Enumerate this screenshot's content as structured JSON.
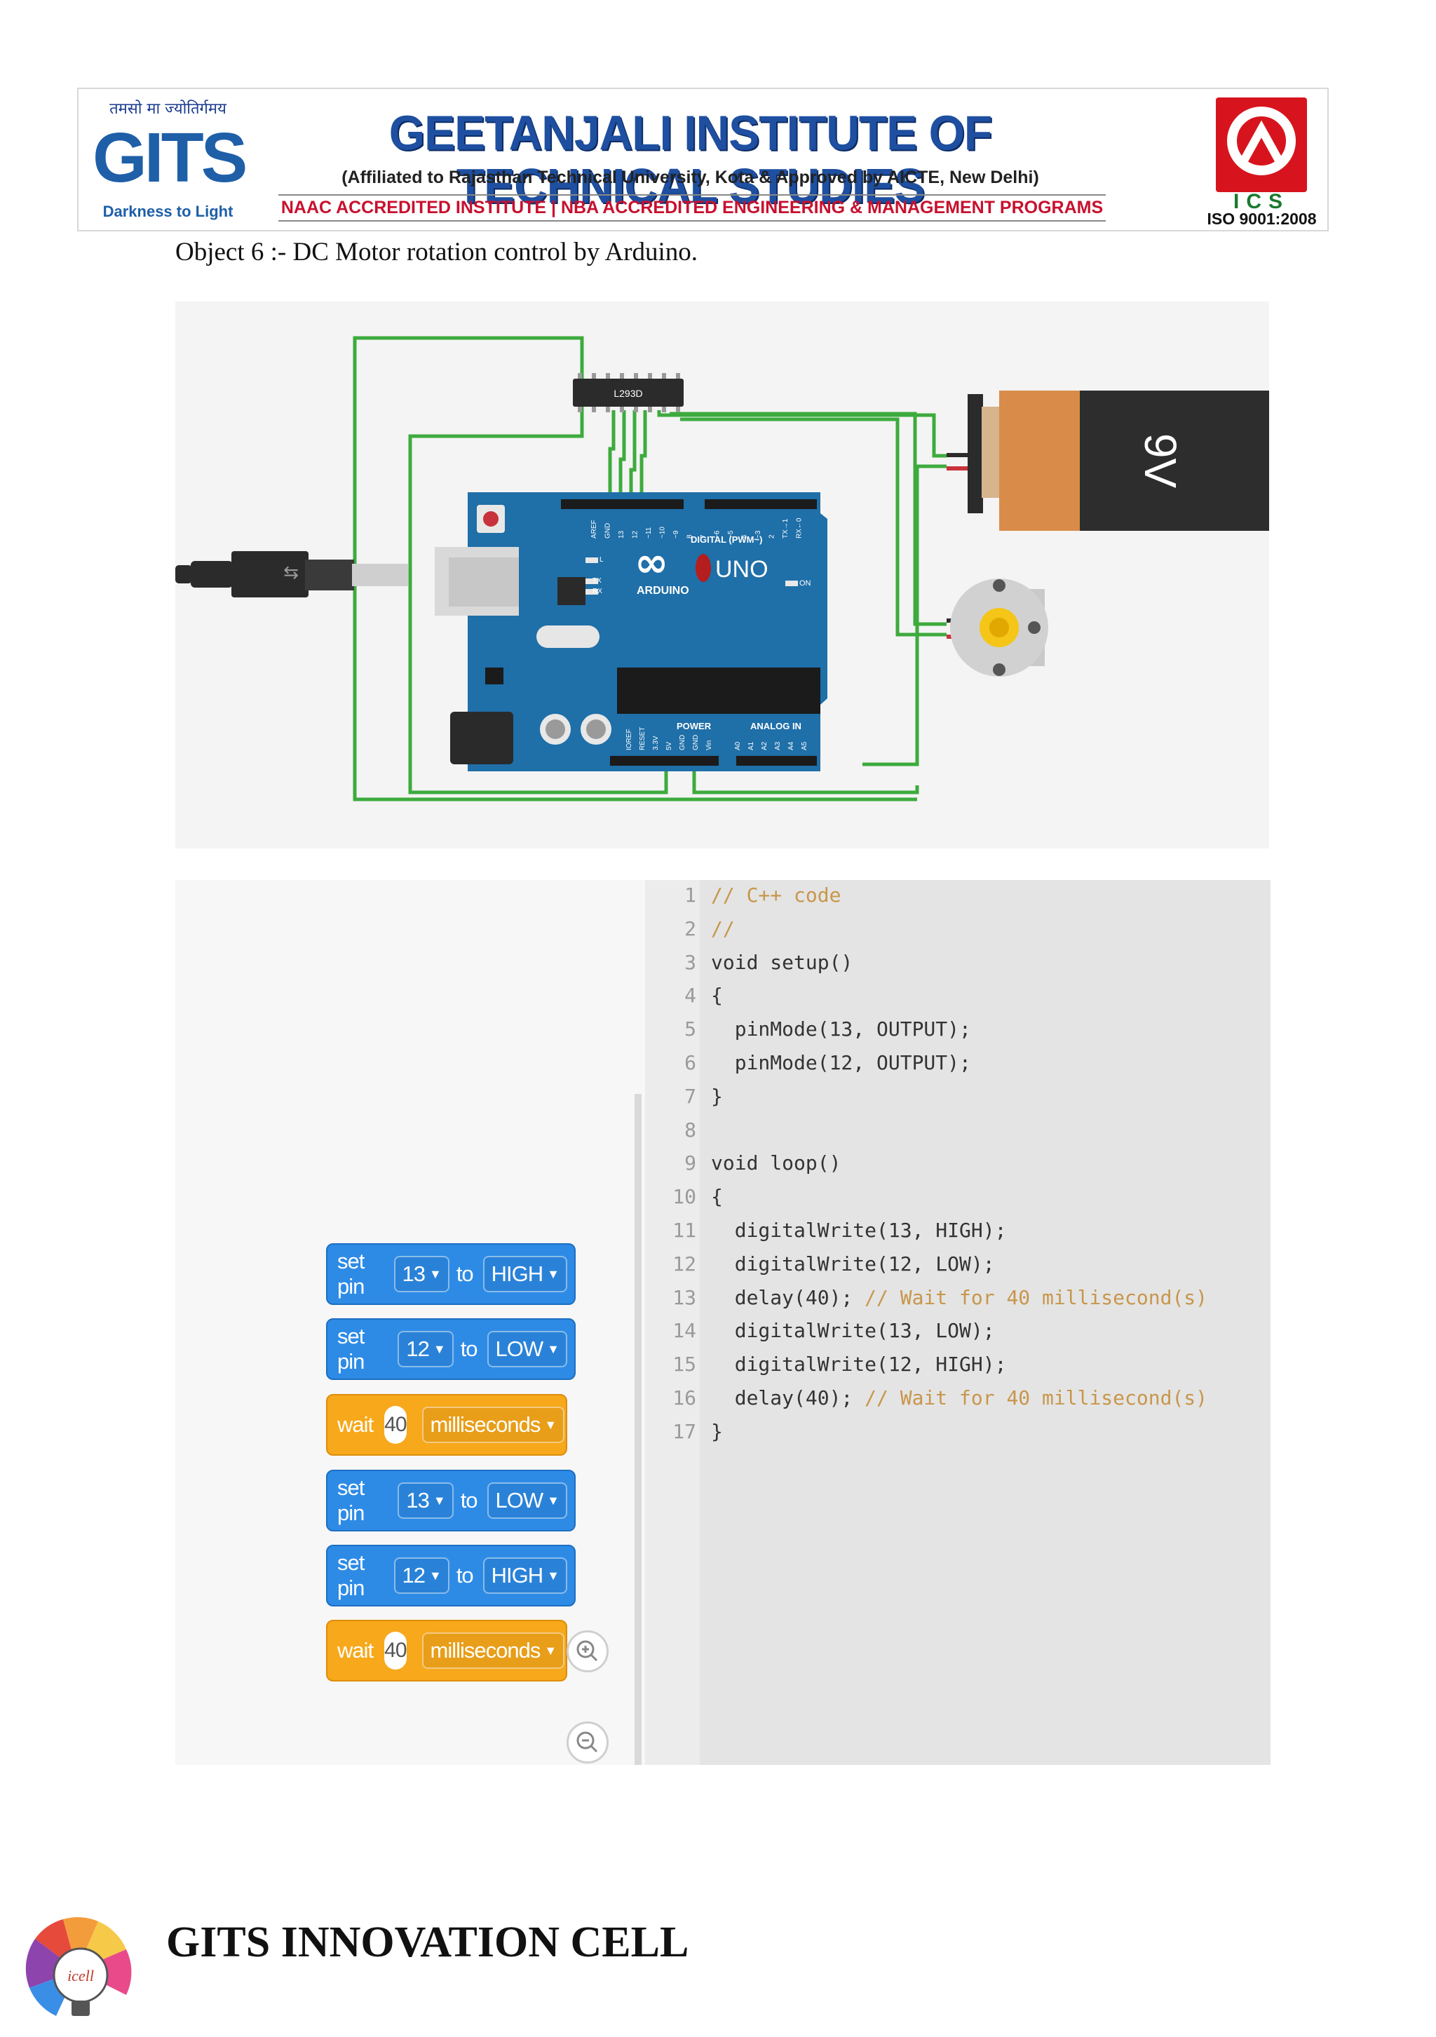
{
  "header": {
    "motto_hindi": "तमसो मा ज्योतिर्गमय",
    "gits_logo_text": "GITS",
    "gits_tagline": "Darkness to Light",
    "institute_name": "GEETANJALI INSTITUTE OF TECHNICAL STUDIES",
    "affiliation": "(Affiliated to Rajasthan Technical University, Kota & Approved by AICTE, New Delhi)",
    "accreditation": "NAAC ACCREDITED INSTITUTE | NBA ACCREDITED ENGINEERING & MANAGEMENT PROGRAMS",
    "ics_text": "ICS",
    "iso_text": "ISO 9001:2008"
  },
  "object_title": "Object 6 :- DC Motor rotation control by Arduino.",
  "circuit": {
    "ic_label": "L293D",
    "battery_label": "9V",
    "board_brand": "ARDUINO",
    "board_model": "UNO",
    "digital_header": "DIGITAL (PWM~)",
    "power_header": "POWER",
    "analog_header": "ANALOG IN",
    "on_label": "ON",
    "tx_label": "TX",
    "rx_label": "RX",
    "l_label": "L",
    "digital_pins": [
      "AREF",
      "GND",
      "13",
      "12",
      "~11",
      "~10",
      "~9",
      "8",
      "7",
      "~6",
      "~5",
      "4",
      "~3",
      "2",
      "TX→1",
      "RX←0"
    ],
    "power_pins": [
      "IOREF",
      "RESET",
      "3.3V",
      "5V",
      "GND",
      "GND",
      "Vin"
    ],
    "analog_pins": [
      "A0",
      "A1",
      "A2",
      "A3",
      "A4",
      "A5"
    ],
    "colors": {
      "wire": "#3dab3d",
      "board": "#1f6fa8",
      "battery_body": "#d98c4a",
      "battery_cap": "#2d2d2d"
    }
  },
  "blocks": [
    {
      "kind": "set",
      "label_a": "set pin",
      "pin": "13",
      "label_b": "to",
      "value": "HIGH"
    },
    {
      "kind": "set",
      "label_a": "set pin",
      "pin": "12",
      "label_b": "to",
      "value": "LOW"
    },
    {
      "kind": "wait",
      "label_a": "wait",
      "amount": "40",
      "unit": "milliseconds"
    },
    {
      "kind": "set",
      "label_a": "set pin",
      "pin": "13",
      "label_b": "to",
      "value": "LOW"
    },
    {
      "kind": "set",
      "label_a": "set pin",
      "pin": "12",
      "label_b": "to",
      "value": "HIGH"
    },
    {
      "kind": "wait",
      "label_a": "wait",
      "amount": "40",
      "unit": "milliseconds"
    }
  ],
  "code_lines": [
    {
      "n": "1",
      "text": "// C++ code"
    },
    {
      "n": "2",
      "text": "//"
    },
    {
      "n": "3",
      "text": "void setup()"
    },
    {
      "n": "4",
      "text": "{"
    },
    {
      "n": "5",
      "text": "  pinMode(13, OUTPUT);"
    },
    {
      "n": "6",
      "text": "  pinMode(12, OUTPUT);"
    },
    {
      "n": "7",
      "text": "}"
    },
    {
      "n": "8",
      "text": ""
    },
    {
      "n": "9",
      "text": "void loop()"
    },
    {
      "n": "10",
      "text": "{"
    },
    {
      "n": "11",
      "text": "  digitalWrite(13, HIGH);"
    },
    {
      "n": "12",
      "text": "  digitalWrite(12, LOW);"
    },
    {
      "n": "13",
      "text": "  delay(40); // Wait for 40 millisecond(s)"
    },
    {
      "n": "14",
      "text": "  digitalWrite(13, LOW);"
    },
    {
      "n": "15",
      "text": "  digitalWrite(12, HIGH);"
    },
    {
      "n": "16",
      "text": "  delay(40); // Wait for 40 millisecond(s)"
    },
    {
      "n": "17",
      "text": "}"
    }
  ],
  "footer": {
    "title": "GITS INNOVATION CELL",
    "logo_text": "icell"
  }
}
